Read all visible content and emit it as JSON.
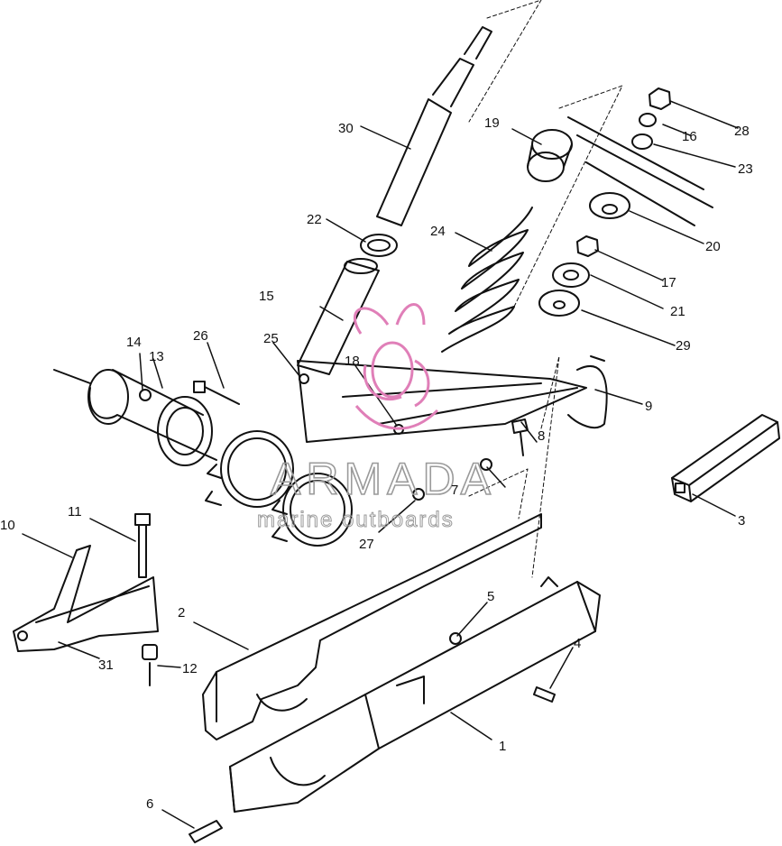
{
  "watermark": {
    "title": "ARMADA",
    "subtitle": "marine outboards",
    "accent_color": "#e07fb8"
  },
  "callouts": {
    "c1": "1",
    "c2": "2",
    "c3": "3",
    "c4": "4",
    "c5": "5",
    "c6": "6",
    "c7": "7",
    "c8": "8",
    "c9": "9",
    "c10": "10",
    "c11": "11",
    "c12": "12",
    "c13": "13",
    "c14": "14",
    "c15": "15",
    "c16": "16",
    "c17": "17",
    "c18": "18",
    "c19": "19",
    "c20": "20",
    "c21": "21",
    "c22": "22",
    "c23": "23",
    "c24": "24",
    "c25": "25",
    "c26": "26",
    "c27": "27",
    "c28": "28",
    "c29": "29",
    "c30": "30",
    "c31": "31"
  }
}
